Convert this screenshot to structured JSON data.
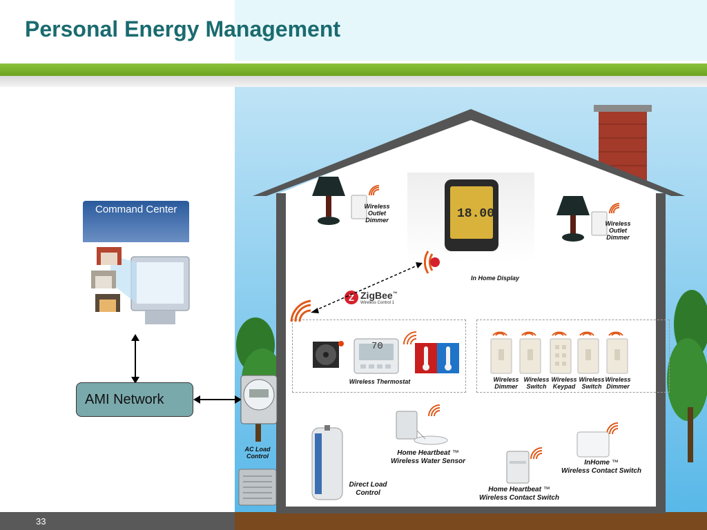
{
  "slide": {
    "title": "Personal Energy Management",
    "page_number": "33"
  },
  "command_center": {
    "label": "Command Center"
  },
  "network": {
    "label": "AMI Network"
  },
  "zigbee": {
    "logo": "ZigBee",
    "trademark": "™",
    "subtitle": "Wireless Control 1"
  },
  "devices": {
    "outlet_dimmer_left": [
      "Wireless",
      "Outlet",
      "Dimmer"
    ],
    "outlet_dimmer_right": [
      "Wireless",
      "Outlet",
      "Dimmer"
    ],
    "in_home_display": "In Home Display",
    "display_readout": "18.00",
    "thermostat": "Wireless Thermostat",
    "thermostat_readout": "70",
    "switches": [
      [
        "Wireless",
        "Dimmer"
      ],
      [
        "Wireless",
        "Switch"
      ],
      [
        "Wireless",
        "Keypad"
      ],
      [
        "Wireless",
        "Switch"
      ],
      [
        "Wireless",
        "Dimmer"
      ]
    ],
    "ac_load_control": [
      "AC Load",
      "Control"
    ],
    "direct_load_control": [
      "Direct Load",
      "Control"
    ],
    "water_sensor": {
      "brand": "Home Heartbeat",
      "tm": "™",
      "name": "Wireless Water Sensor"
    },
    "contact_switch_center": {
      "brand": "Home Heartbeat",
      "tm": "™",
      "name": "Wireless Contact Switch"
    },
    "contact_switch_right": {
      "brand": "InHome",
      "tm": "™",
      "name": "Wireless Contact Switch"
    }
  },
  "colors": {
    "title": "#1a6b6f",
    "accent_green": "#7ab52c",
    "sky_top": "#bfe3f6",
    "sky_bottom": "#58b8e8",
    "roof": "#555555",
    "chimney": "#a33a2a",
    "ami_box": "#7aa9ac",
    "wireless_signal": "#e05a1a"
  }
}
